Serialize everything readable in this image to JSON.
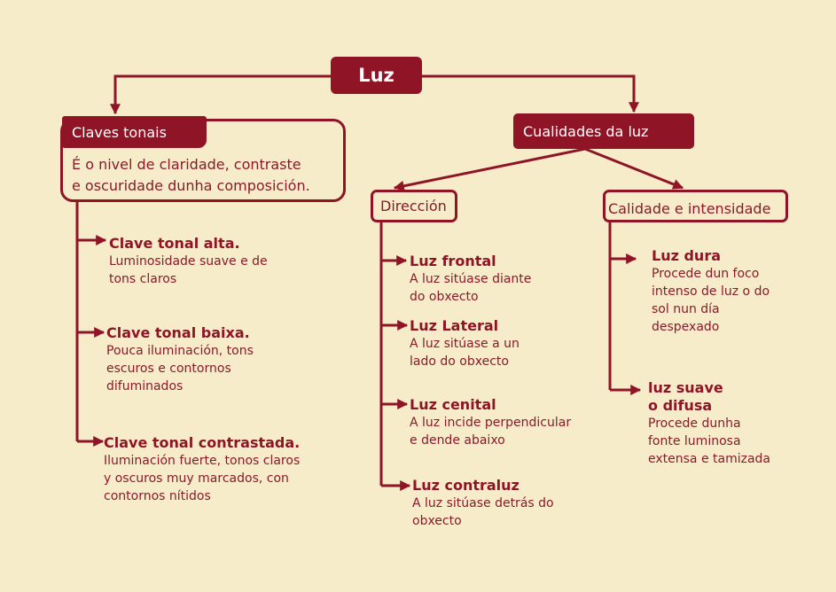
{
  "colors": {
    "background": "#f6ecca",
    "accent": "#8f1526",
    "text": "#8a1a2a"
  },
  "root": {
    "label": "Luz"
  },
  "claves": {
    "label": "Claves tonais",
    "description": "É o nivel de claridade, contraste\ne oscuridade dunha composición.",
    "items": [
      {
        "title": "Clave tonal alta.",
        "text": "Luminosidade suave e de\ntons claros"
      },
      {
        "title": "Clave tonal baixa.",
        "text": "Pouca iluminación, tons\nescuros e contornos\ndifuminados"
      },
      {
        "title": "Clave tonal contrastada.",
        "text": "Iluminación fuerte, tonos claros\ny oscuros muy marcados, con\ncontornos nítidos"
      }
    ]
  },
  "cualidades": {
    "label": "Cualidades da luz"
  },
  "direccion": {
    "label": "Dirección",
    "items": [
      {
        "title": "Luz frontal",
        "text": "A luz  sitúase diante\ndo obxecto"
      },
      {
        "title": "Luz Lateral",
        "text": "A luz sitúase a un\nlado do obxecto"
      },
      {
        "title": "Luz cenital",
        "text": "A luz incide perpendicular\ne dende abaixo"
      },
      {
        "title": "Luz contraluz",
        "text": "A luz sitúase detrás do\nobxecto"
      }
    ]
  },
  "calidade": {
    "label": "Calidade e intensidade",
    "items": [
      {
        "title": "Luz dura",
        "text": "Procede dun foco\nintenso de luz o do\nsol nun día\ndespexado"
      },
      {
        "title": "luz suave\no difusa",
        "text": "Procede dunha\nfonte luminosa\nextensa e tamizada"
      }
    ]
  }
}
